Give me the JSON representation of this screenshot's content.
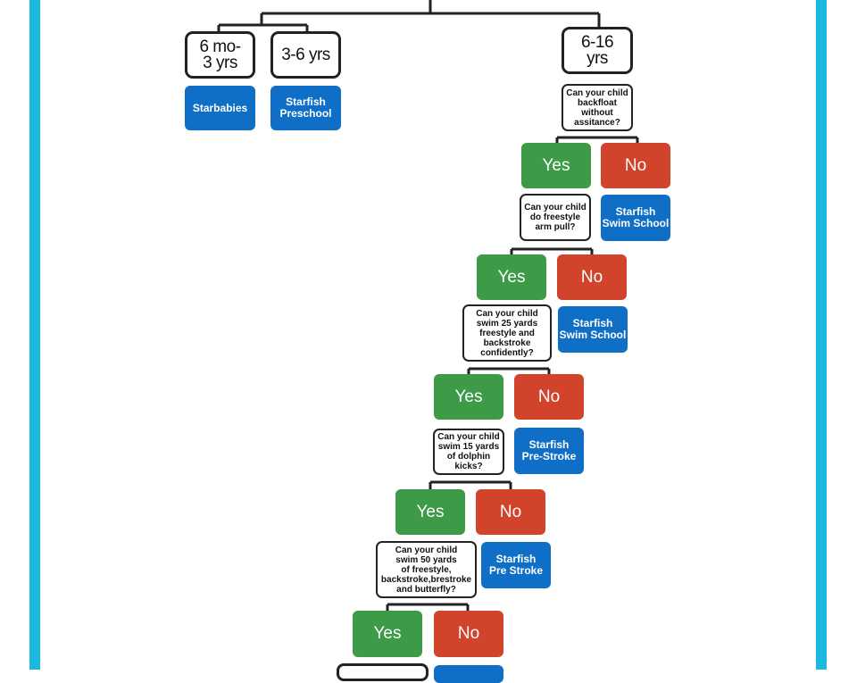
{
  "ages": {
    "infant": "6 mo-\n3 yrs",
    "preschool": "3-6 yrs",
    "school": "6-16\nyrs"
  },
  "programs": {
    "starbabies": "Starbabies",
    "starfish_preschool": "Starfish\nPreschool",
    "swim_school_1": "Starfish\nSwim School",
    "swim_school_2": "Starfish\nSwim School",
    "pre_stroke_1": "Starfish\nPre-Stroke",
    "pre_stroke_2": "Starfish\nPre Stroke"
  },
  "questions": {
    "q1": "Can your child\nbackfloat\nwithout\nassitance?",
    "q2": "Can your child\ndo freestyle\narm pull?",
    "q3": "Can your child\nswim 25 yards\nfreestyle and\nbackstroke\nconfidently?",
    "q4": "Can your child\nswim 15 yards\nof dolphin\nkicks?",
    "q5": "Can your child\nswim 50 yards\nof freestyle,\nbackstroke,brestroke\nand butterfly?"
  },
  "answers": {
    "yes": "Yes",
    "no": "No"
  },
  "colors": {
    "frame": "#1cb8e0",
    "yes": "#3d9a46",
    "no": "#d2432b",
    "program": "#0f6fc6",
    "outline": "#222222"
  }
}
